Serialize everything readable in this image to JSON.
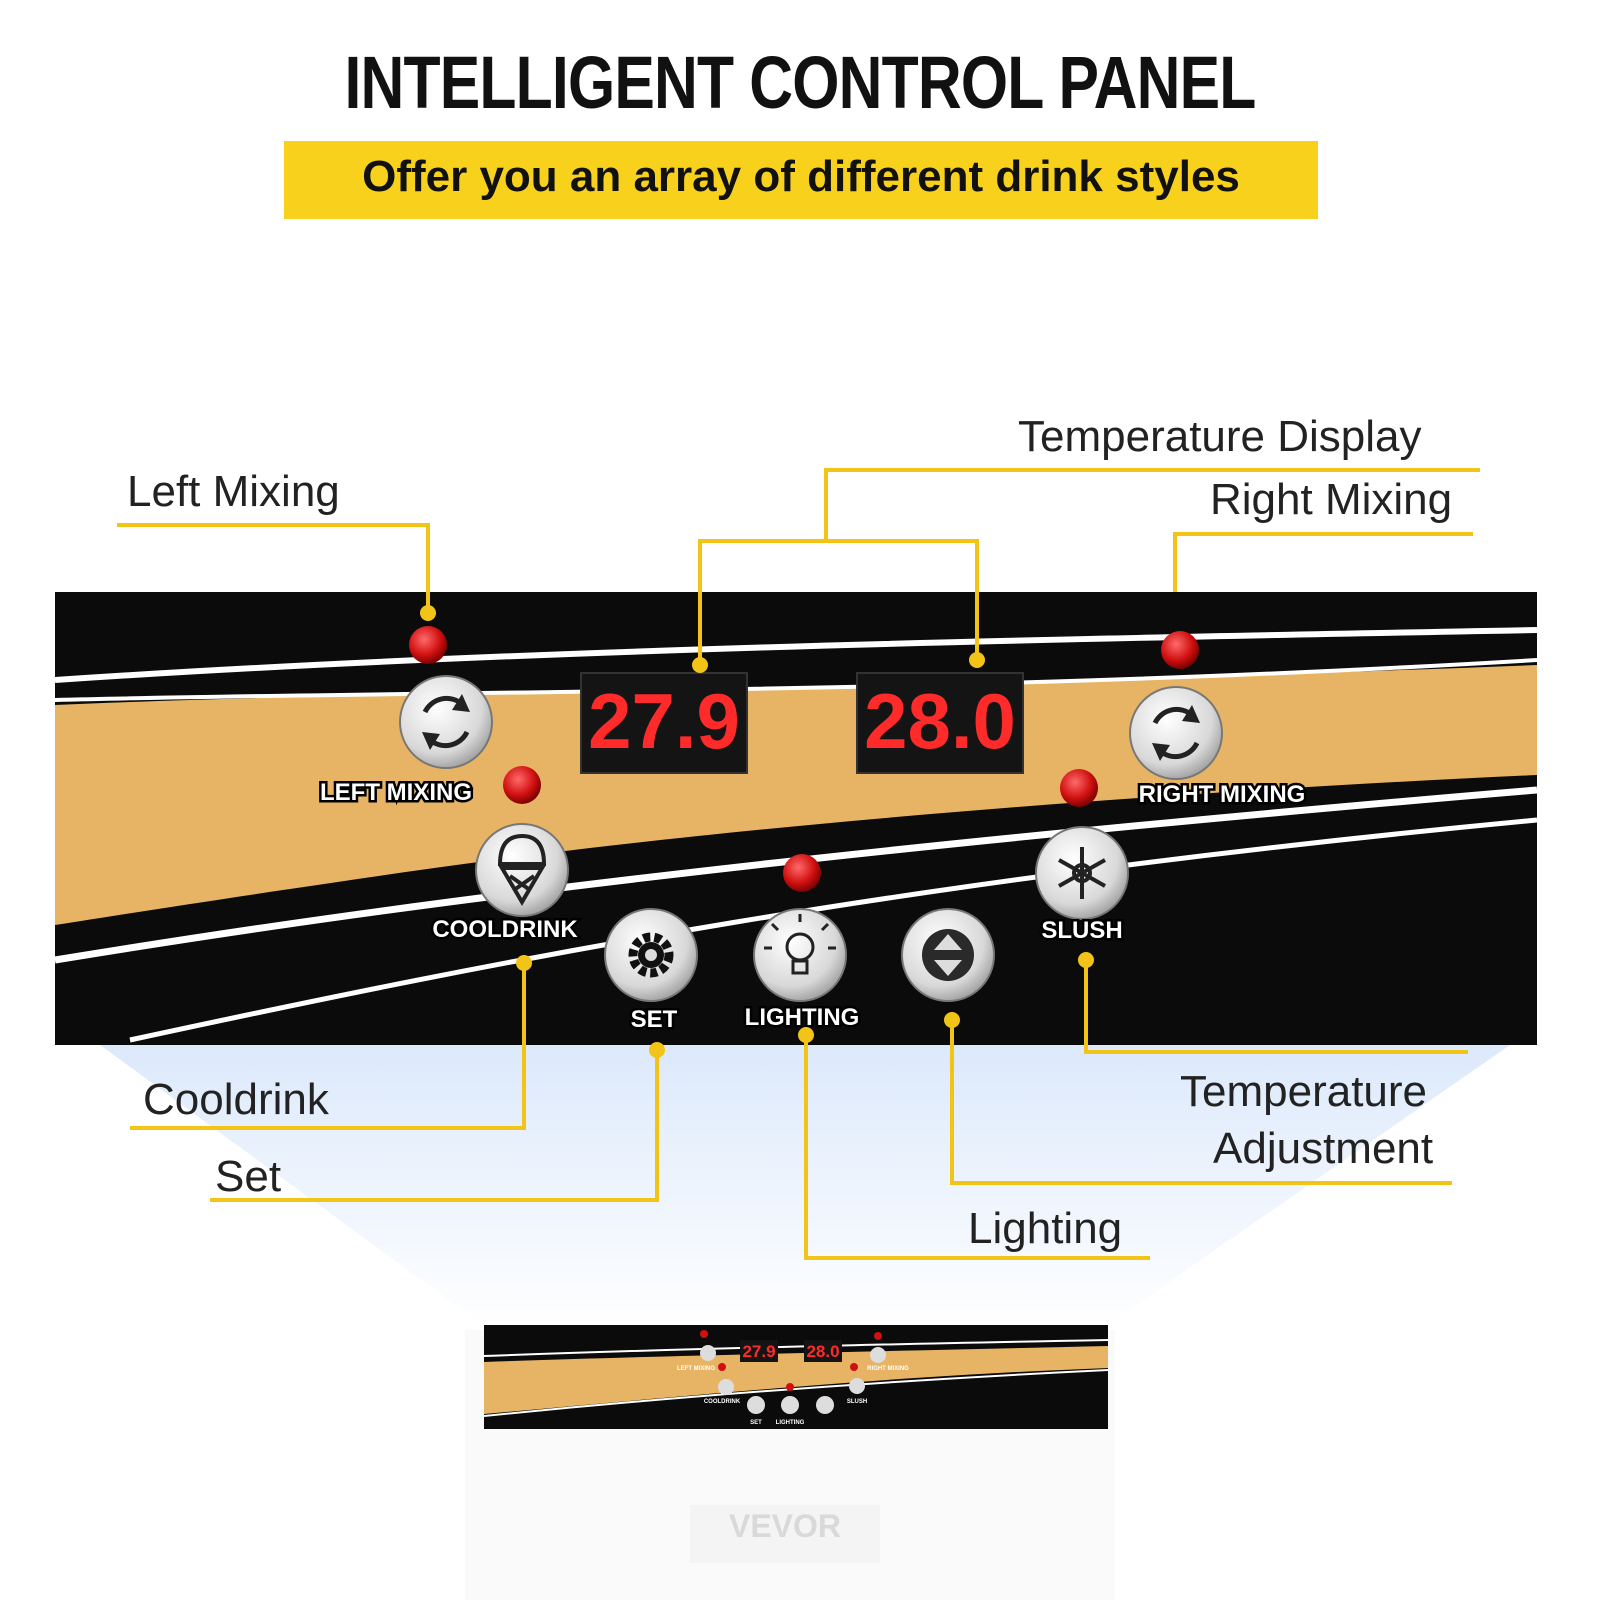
{
  "header": {
    "title": "INTELLIGENT CONTROL PANEL",
    "subtitle": "Offer you an array of different drink styles"
  },
  "callouts": {
    "left_mixing": "Left Mixing",
    "temperature_display": "Temperature Display",
    "right_mixing": "Right Mixing",
    "cooldrink": "Cooldrink",
    "set": "Set",
    "temperature_adjustment_line1": "Temperature",
    "temperature_adjustment_line2": "Adjustment",
    "lighting": "Lighting"
  },
  "panel": {
    "left_display": "27.9",
    "right_display": "28.0",
    "labels": {
      "left_mixing": "LEFT MIXING",
      "right_mixing": "RIGHT MIXING",
      "cooldrink": "COOLDRINK",
      "slush": "SLUSH",
      "set": "SET",
      "lighting": "LIGHTING"
    }
  },
  "mini_panel": {
    "left_display": "27.9",
    "right_display": "28.0",
    "labels": {
      "left_mixing": "LEFT MIXING",
      "right_mixing": "RIGHT MIXING",
      "cooldrink": "COOLDRINK",
      "slush": "SLUSH",
      "set": "SET",
      "lighting": "LIGHTING"
    }
  },
  "brand": "VEVOR",
  "colors": {
    "accent_yellow": "#f7d11c",
    "panel_black": "#0b0b0b",
    "panel_gold": "#e6b464",
    "display_red": "#ff2a2a",
    "led_red": "#d01010"
  }
}
